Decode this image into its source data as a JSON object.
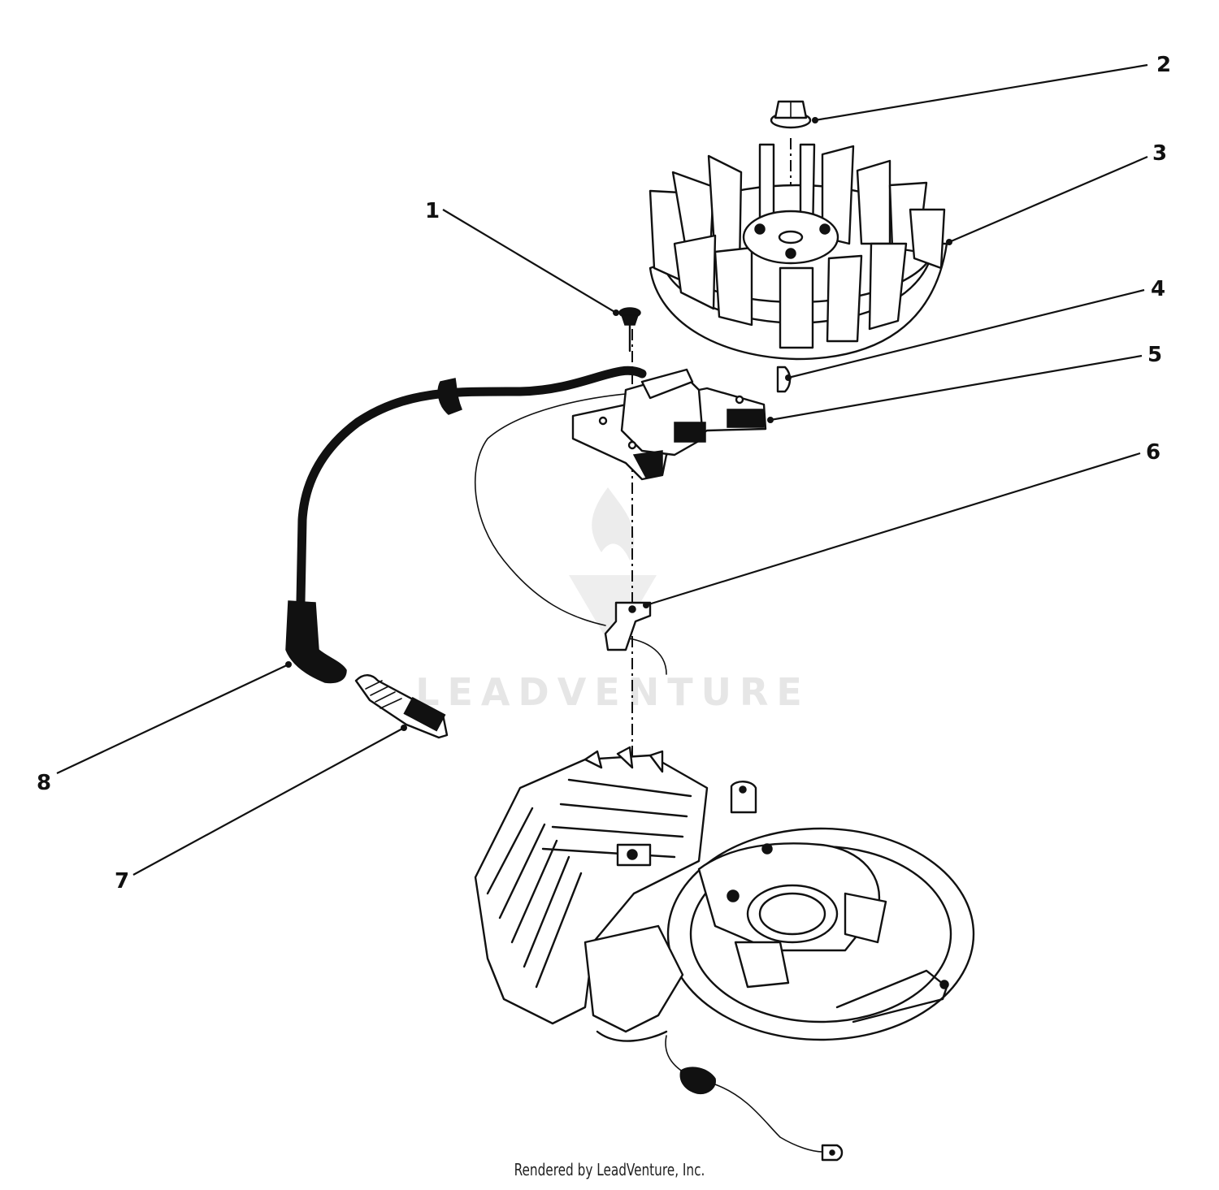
{
  "diagram": {
    "callouts": [
      {
        "id": "1",
        "label": "1"
      },
      {
        "id": "2",
        "label": "2"
      },
      {
        "id": "3",
        "label": "3"
      },
      {
        "id": "4",
        "label": "4"
      },
      {
        "id": "5",
        "label": "5"
      },
      {
        "id": "6",
        "label": "6"
      },
      {
        "id": "7",
        "label": "7"
      },
      {
        "id": "8",
        "label": "8"
      }
    ]
  },
  "watermark": {
    "text": "LEADVENTURE"
  },
  "footer": {
    "credit": "Rendered by LeadVenture, Inc."
  }
}
